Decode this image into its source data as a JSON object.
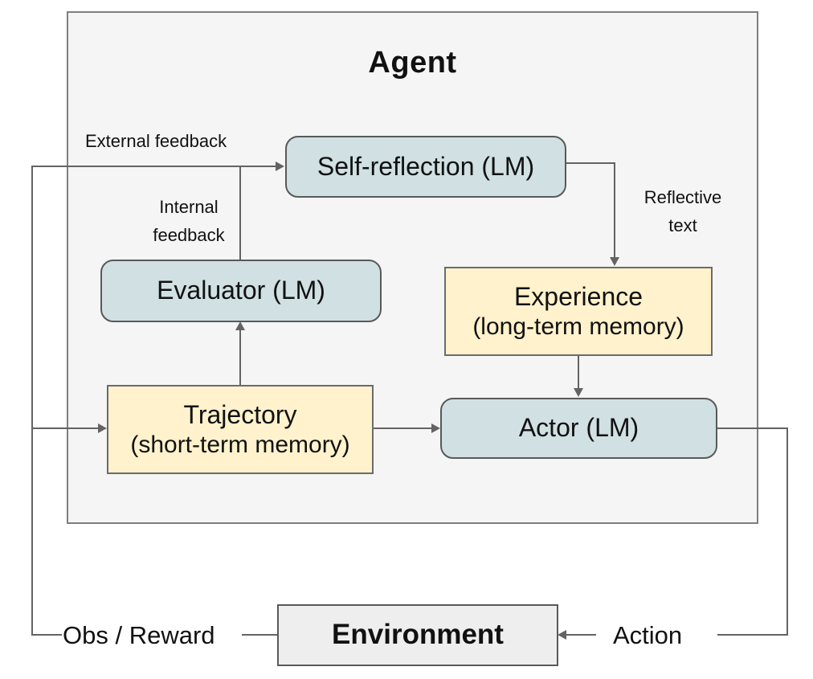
{
  "agent": {
    "title": "Agent"
  },
  "nodes": {
    "self_reflection": {
      "label": "Self-reflection (LM)"
    },
    "evaluator": {
      "label": "Evaluator (LM)"
    },
    "experience": {
      "title": "Experience",
      "subtitle": "(long-term memory)"
    },
    "trajectory": {
      "title": "Trajectory",
      "subtitle": "(short-term memory)"
    },
    "actor": {
      "label": "Actor (LM)"
    },
    "environment": {
      "label": "Environment"
    }
  },
  "edge_labels": {
    "external_feedback": "External feedback",
    "internal_feedback": {
      "line1": "Internal",
      "line2": "feedback"
    },
    "reflective_text": {
      "line1": "Reflective",
      "line2": "text"
    },
    "obs_reward": "Obs / Reward",
    "action": "Action"
  },
  "colors": {
    "lm_node_fill": "#d0e0e3",
    "memory_node_fill": "#fff2cc",
    "environment_fill": "#eeeeee",
    "agent_background": "#f5f5f6",
    "connector": "#636363",
    "border": "#595959"
  }
}
